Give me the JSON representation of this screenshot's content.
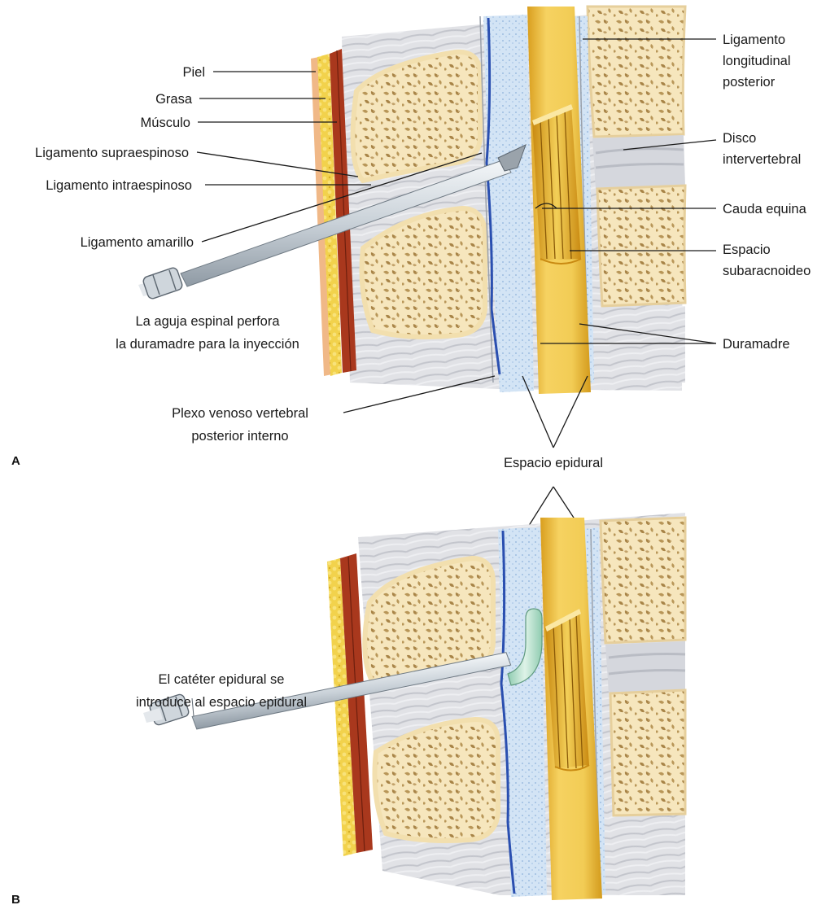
{
  "panel_a": {
    "letter": "A",
    "labels": {
      "piel": "Piel",
      "grasa": "Grasa",
      "musculo": "Músculo",
      "lig_supraespinoso": "Ligamento supraespinoso",
      "lig_intraespinoso": "Ligamento intraespinoso",
      "lig_amarillo": "Ligamento amarillo",
      "needle_caption_1": "La aguja espinal perfora",
      "needle_caption_2": "la duramadre para la inyección",
      "plexo_1": "Plexo venoso vertebral",
      "plexo_2": "posterior interno",
      "lig_longitudinal_1": "Ligamento",
      "lig_longitudinal_2": "longitudinal",
      "lig_longitudinal_3": "posterior",
      "disco_1": "Disco",
      "disco_2": "intervertebral",
      "cauda": "Cauda equina",
      "subaracnoideo_1": "Espacio",
      "subaracnoideo_2": "subaracnoideo",
      "duramadre": "Duramadre"
    }
  },
  "shared": {
    "espacio_epidural": "Espacio epidural"
  },
  "panel_b": {
    "letter": "B",
    "labels": {
      "catheter_1": "El catéter epidural se",
      "catheter_2": "introduce al espacio epidural"
    }
  },
  "colors": {
    "bone_fill": "#f6e6bd",
    "bone_spot": "#b89658",
    "fat": "#f0d04a",
    "muscle": "#a9381d",
    "skin": "#f0b887",
    "soft_tissue": "#dcdde1",
    "epidural": "#cfe0f3",
    "vein": "#2a4fb0",
    "dura": "#e7b52f",
    "cord": "#f4d35e",
    "needle": "#d6dde3",
    "catheter": "#b9e0cc"
  }
}
